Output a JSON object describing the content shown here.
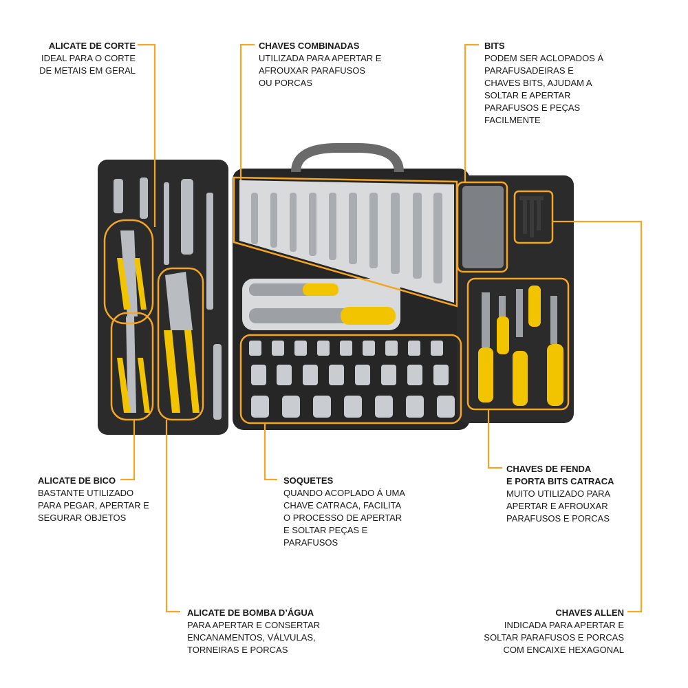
{
  "colors": {
    "accent": "#f5a623",
    "case": "#2b2b2b",
    "yellow": "#f2c400",
    "chrome": "#c9cdd2"
  },
  "callouts": {
    "alicate_corte": {
      "title": "ALICATE DE CORTE",
      "desc": "IDEAL PARA  O CORTE\nDE METAIS EM GERAL"
    },
    "chaves_combinadas": {
      "title": "CHAVES COMBINADAS",
      "desc": "UTILIZADA PARA APERTAR E\nAFROUXAR PARAFUSOS\nOU PORCAS"
    },
    "bits": {
      "title": "BITS",
      "desc": "PODEM SER ACLOPADOS Á\nPARAFUSADEIRAS E\nCHAVES BITS, AJUDAM A\nSOLTAR E APERTAR\nPARAFUSOS E PEÇAS\nFACILMENTE"
    },
    "alicate_bico": {
      "title": "ALICATE DE BICO",
      "desc": "BASTANTE UTILIZADO\nPARA PEGAR, APERTAR E\nSEGURAR OBJETOS"
    },
    "soquetes": {
      "title": "SOQUETES",
      "desc": "QUANDO ACOPLADO Á UMA\nCHAVE CATRACA, FACILITA\nO PROCESSO DE APERTAR\nE SOLTAR PEÇAS E\nPARAFUSOS"
    },
    "chaves_fenda": {
      "title": "CHAVES DE FENDA\nE PORTA BITS CATRACA",
      "desc": "MUITO UTILIZADO PARA\nAPERTAR E AFROUXAR\nPARAFUSOS E PORCAS"
    },
    "alicate_bomba": {
      "title": "ALICATE DE BOMBA D’ÁGUA",
      "desc": "PARA APERTAR E CONSERTAR\nENCANAMENTOS, VÁLVULAS,\nTORNEIRAS E PORCAS"
    },
    "chaves_allen": {
      "title": "CHAVES ALLEN",
      "desc": "INDICADA PARA APERTAR E\nSOLTAR PARAFUSOS E PORCAS\nCOM ENCAIXE HEXAGONAL"
    }
  }
}
